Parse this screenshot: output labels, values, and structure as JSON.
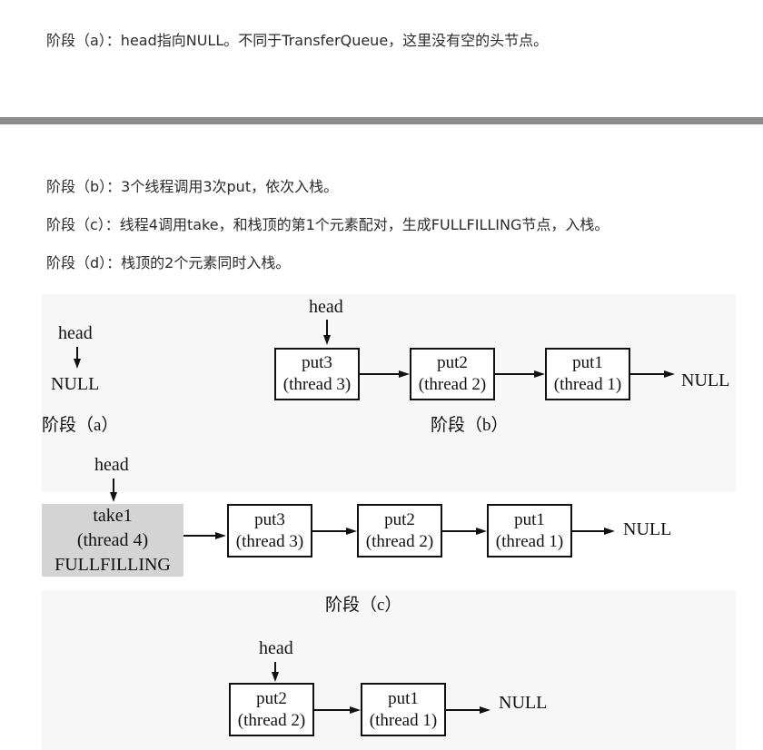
{
  "paragraphs": {
    "a": "阶段（a）：head指向NULL。不同于TransferQueue，这里没有空的头节点。",
    "b": "阶段（b）：3个线程调用3次put，依次入栈。",
    "c": "阶段（c）：线程4调用take，和栈顶的第1个元素配对，生成FULLFILLING节点，入栈。",
    "d": "阶段（d）：栈顶的2个元素同时入栈。"
  },
  "figure": {
    "head_label": "head",
    "null_label": "NULL",
    "stage_a": {
      "caption": "阶段（a）"
    },
    "stage_b": {
      "caption": "阶段（b）",
      "nodes": [
        {
          "line1": "put3",
          "line2": "(thread 3)"
        },
        {
          "line1": "put2",
          "line2": "(thread 2)"
        },
        {
          "line1": "put1",
          "line2": "(thread 1)"
        }
      ]
    },
    "stage_c": {
      "caption": "阶段（c）",
      "fulfilling_node": {
        "line1": "take1",
        "line2": "(thread 4)",
        "line3": "FULLFILLING"
      },
      "nodes": [
        {
          "line1": "put3",
          "line2": "(thread 3)"
        },
        {
          "line1": "put2",
          "line2": "(thread 2)"
        },
        {
          "line1": "put1",
          "line2": "(thread 1)"
        }
      ]
    },
    "stage_d": {
      "nodes": [
        {
          "line1": "put2",
          "line2": "(thread 2)"
        },
        {
          "line1": "put1",
          "line2": "(thread 1)"
        }
      ]
    }
  }
}
